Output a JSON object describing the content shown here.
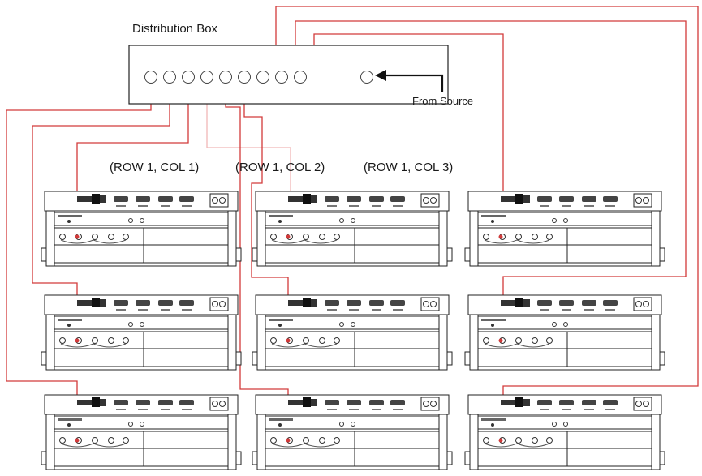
{
  "distribution_box": {
    "title": "Distribution Box",
    "source_label": "From Source",
    "output_port_count": 9
  },
  "column_labels": [
    "(ROW 1, COL 1)",
    "(ROW 1, COL 2)",
    "(ROW 1, COL 3)"
  ],
  "grid": {
    "rows": 3,
    "cols": 3
  },
  "colors": {
    "wire": "#d23a3a",
    "wire_light": "#f0b6b6",
    "outline": "#222222"
  }
}
